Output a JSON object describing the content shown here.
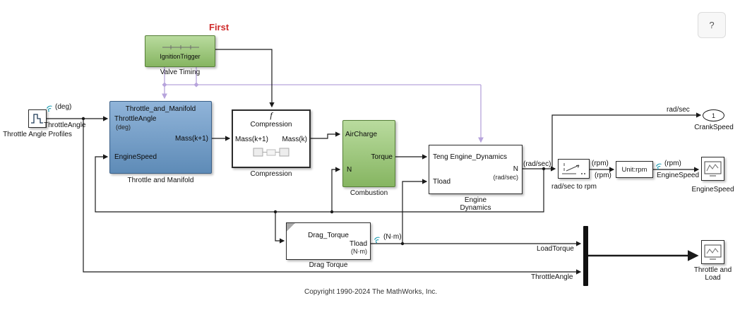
{
  "header": {
    "help_label": "?"
  },
  "annotations": {
    "first": "First",
    "copyright": "Copyright 1990-2024 The MathWorks, Inc."
  },
  "blocks": {
    "throttle_angle_profiles": {
      "label": "Throttle Angle Profiles"
    },
    "valve_timing": {
      "label": "Valve Timing",
      "inner_label": "IgnitionTrigger"
    },
    "throttle_and_manifold": {
      "title": "Throttle_and_Manifold",
      "label": "Throttle and Manifold",
      "port_in1": "ThrottleAngle",
      "port_in1_unit": "(deg)",
      "port_in2": "EngineSpeed",
      "port_out1": "Mass(k+1)"
    },
    "compression": {
      "title": "Compression",
      "label": "Compression",
      "fcn_symbol": "f",
      "port_in1": "Mass(k+1)",
      "port_out1": "Mass(k)"
    },
    "combustion": {
      "label": "Combustion",
      "port_in1": "AirCharge",
      "port_in2": "N",
      "port_out1": "Torque"
    },
    "engine_dynamics": {
      "title": "Teng Engine_Dynamics",
      "label": "Engine\nDynamics",
      "port_in2": "Tload",
      "port_out1": "N",
      "port_out1_unit": "(rad/sec)"
    },
    "rad_sec_to_rpm": {
      "label": "rad/sec to rpm"
    },
    "unit_rpm": {
      "text": "Unit:rpm"
    },
    "crankspeed_outport": {
      "number": "1",
      "label": "CrankSpeed"
    },
    "enginespeed_scope": {
      "label": "EngineSpeed"
    },
    "drag_torque": {
      "title": "Drag_Torque",
      "label": "Drag Torque",
      "port_out1": "Tload",
      "port_out1_unit": "(N·m)"
    },
    "throttle_load_scope": {
      "label": "Throttle and\nLoad"
    }
  },
  "signals": {
    "deg_source": "(deg)",
    "throttle_angle": "ThrottleAngle",
    "rad_sec": "rad/sec",
    "rad_sec_paren": "(rad/sec)",
    "rpm_conv_top": "(rpm)",
    "rpm_conv_bottom": "(rpm)",
    "rpm_unit_out": "(rpm)",
    "enginespeed": "EngineSpeed",
    "nm": "(N·m)",
    "load_torque": "LoadTorque",
    "throttle_angle_bottom": "ThrottleAngle"
  }
}
